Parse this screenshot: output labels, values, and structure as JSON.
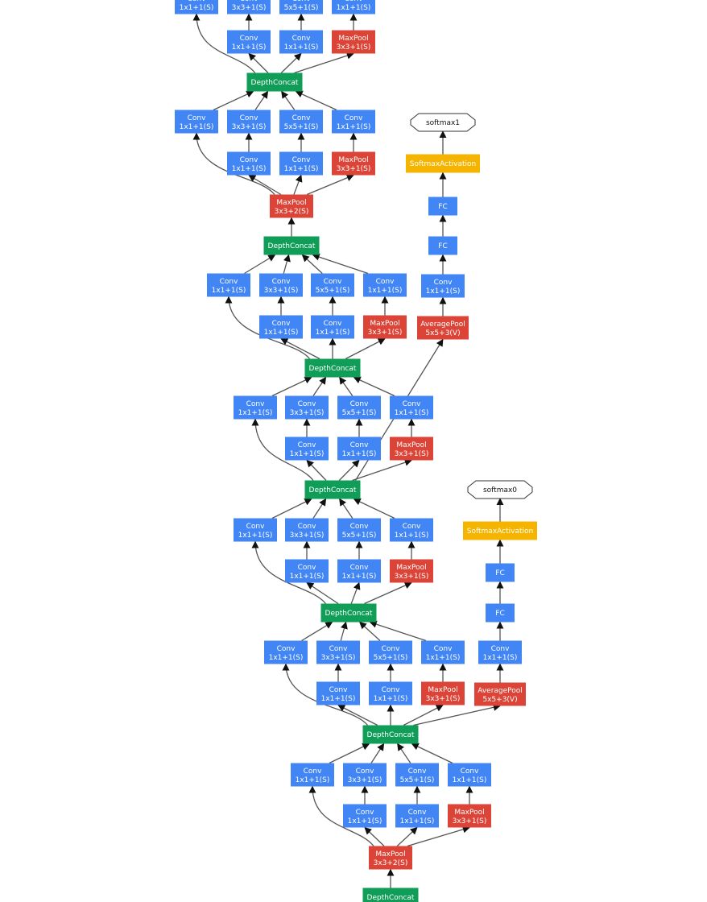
{
  "colors": {
    "conv": "#4285F4",
    "pool": "#DB4437",
    "concat": "#0F9D58",
    "softmax_act": "#F4B400",
    "output_fill": "#ffffff",
    "output_stroke": "#333333",
    "edge": "#555555"
  },
  "labels": {
    "conv": "Conv",
    "maxpool": "MaxPool",
    "avgpool": "AveragePool",
    "concat": "DepthConcat",
    "fc": "FC",
    "softmax_act": "SoftmaxActivation",
    "softmax0": "softmax0",
    "softmax1": "softmax1",
    "k1": "1x1+1(S)",
    "k3": "3x3+1(S)",
    "k5": "5x5+1(S)",
    "pool_s1": "3x3+1(S)",
    "pool_s2": "3x3+2(S)",
    "avg_v": "5x5+3(V)"
  }
}
